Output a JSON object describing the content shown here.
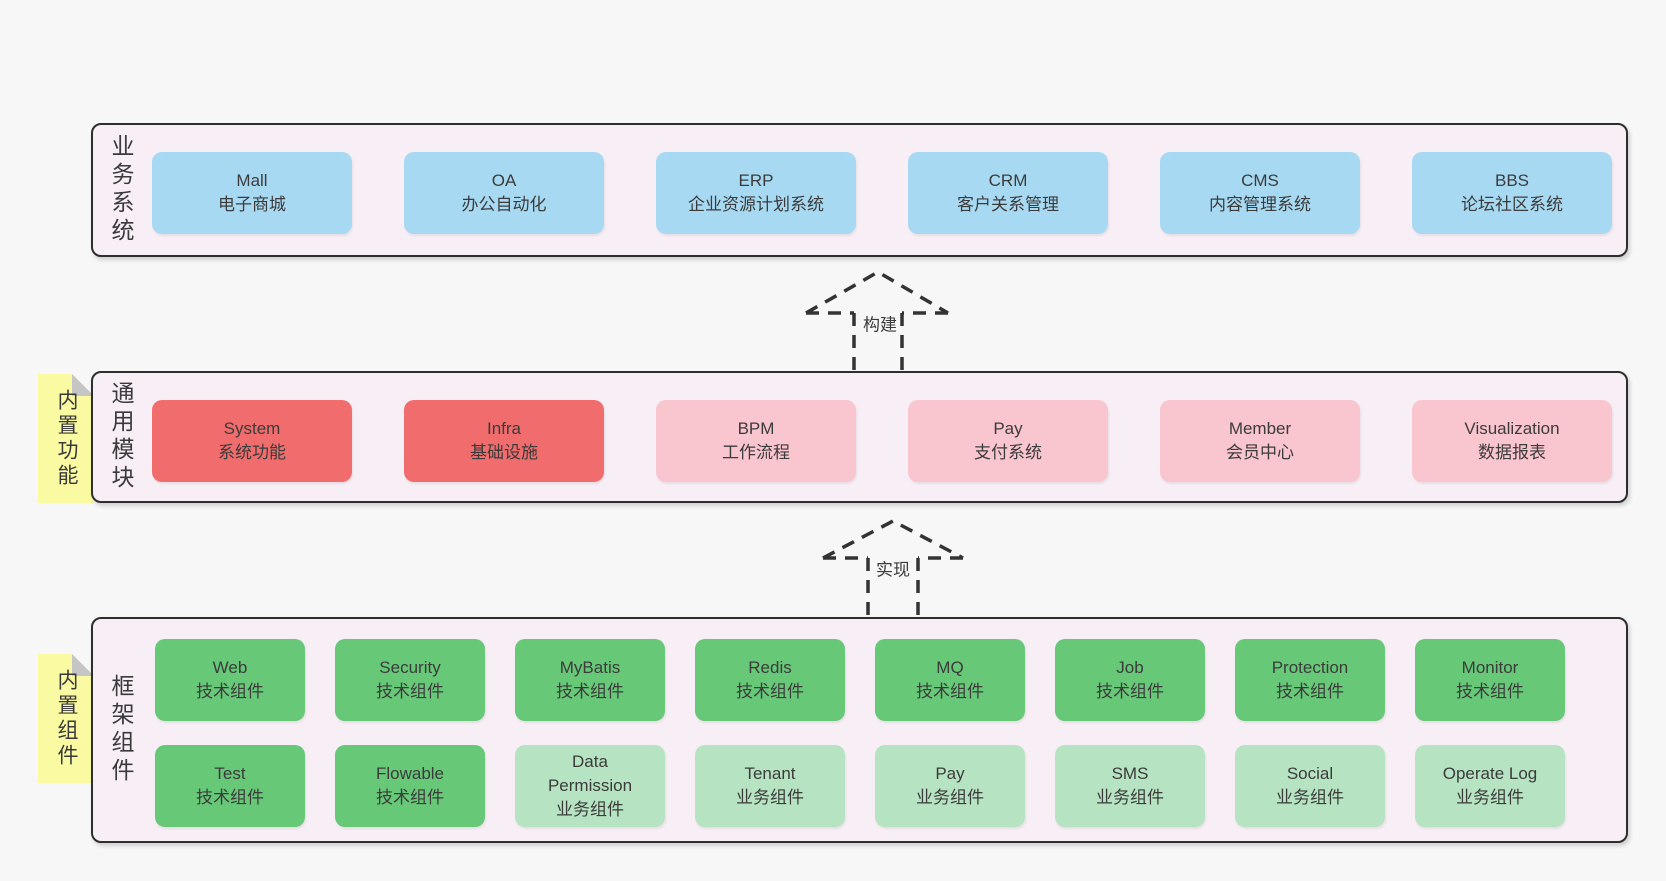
{
  "colors": {
    "page_bg": "#f7f7f7",
    "section_bg": "#f8eef6",
    "section_border": "#2e2e2e",
    "blue": "#a8d9f2",
    "red": "#f16c6c",
    "pink": "#f9c5cf",
    "green": "#67c878",
    "light_green": "#b6e3c1",
    "sticky_yellow": "#fafaa2",
    "sticky_fold": "#c5c5c5",
    "arrow": "#333333",
    "text": "#3b3b3b"
  },
  "arrows": {
    "build": {
      "label": "构建"
    },
    "implement": {
      "label": "实现"
    }
  },
  "sections": {
    "business": {
      "label": "业务系统",
      "boxes": [
        {
          "name": "Mall",
          "desc": "电子商城"
        },
        {
          "name": "OA",
          "desc": "办公自动化"
        },
        {
          "name": "ERP",
          "desc": "企业资源计划系统"
        },
        {
          "name": "CRM",
          "desc": "客户关系管理"
        },
        {
          "name": "CMS",
          "desc": "内容管理系统"
        },
        {
          "name": "BBS",
          "desc": "论坛社区系统"
        }
      ]
    },
    "modules": {
      "label": "通用模块",
      "sticky": "内置功能",
      "boxes": [
        {
          "name": "System",
          "desc": "系统功能"
        },
        {
          "name": "Infra",
          "desc": "基础设施"
        },
        {
          "name": "BPM",
          "desc": "工作流程"
        },
        {
          "name": "Pay",
          "desc": "支付系统"
        },
        {
          "name": "Member",
          "desc": "会员中心"
        },
        {
          "name": "Visualization",
          "desc": "数据报表"
        }
      ]
    },
    "framework": {
      "label": "框架组件",
      "sticky": "内置组件",
      "row1": [
        {
          "name": "Web",
          "desc": "技术组件"
        },
        {
          "name": "Security",
          "desc": "技术组件"
        },
        {
          "name": "MyBatis",
          "desc": "技术组件"
        },
        {
          "name": "Redis",
          "desc": "技术组件"
        },
        {
          "name": "MQ",
          "desc": "技术组件"
        },
        {
          "name": "Job",
          "desc": "技术组件"
        },
        {
          "name": "Protection",
          "desc": "技术组件"
        },
        {
          "name": "Monitor",
          "desc": "技术组件"
        }
      ],
      "row2": [
        {
          "name": "Test",
          "desc": "技术组件"
        },
        {
          "name": "Flowable",
          "desc": "技术组件"
        },
        {
          "name": "Data Permission",
          "desc": "业务组件"
        },
        {
          "name": "Tenant",
          "desc": "业务组件"
        },
        {
          "name": "Pay",
          "desc": "业务组件"
        },
        {
          "name": "SMS",
          "desc": "业务组件"
        },
        {
          "name": "Social",
          "desc": "业务组件"
        },
        {
          "name": "Operate Log",
          "desc": "业务组件"
        }
      ]
    }
  }
}
